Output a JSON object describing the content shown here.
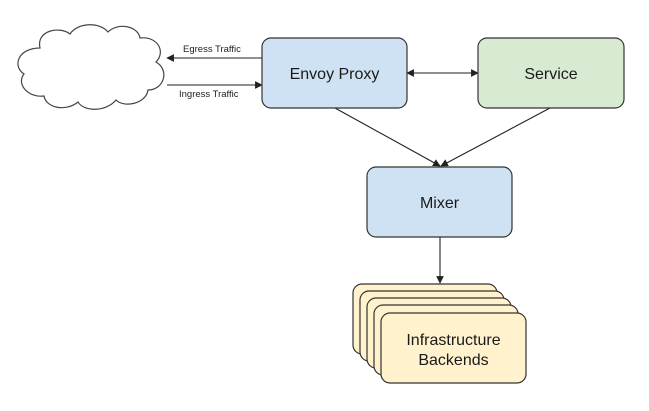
{
  "nodes": {
    "cloud": {
      "label": ""
    },
    "envoy_proxy": {
      "label": "Envoy Proxy"
    },
    "service": {
      "label": "Service"
    },
    "mixer": {
      "label": "Mixer"
    },
    "infrastructure_backends": {
      "label_line1": "Infrastructure",
      "label_line2": "Backends"
    }
  },
  "edges": {
    "egress": {
      "label": "Egress Traffic"
    },
    "ingress": {
      "label": "Ingress Traffic"
    }
  },
  "colors": {
    "envoy_fill": "#cfe2f3",
    "service_fill": "#d9ead3",
    "mixer_fill": "#cfe2f3",
    "backend_fill": "#fff2cc",
    "stroke": "#333333"
  }
}
